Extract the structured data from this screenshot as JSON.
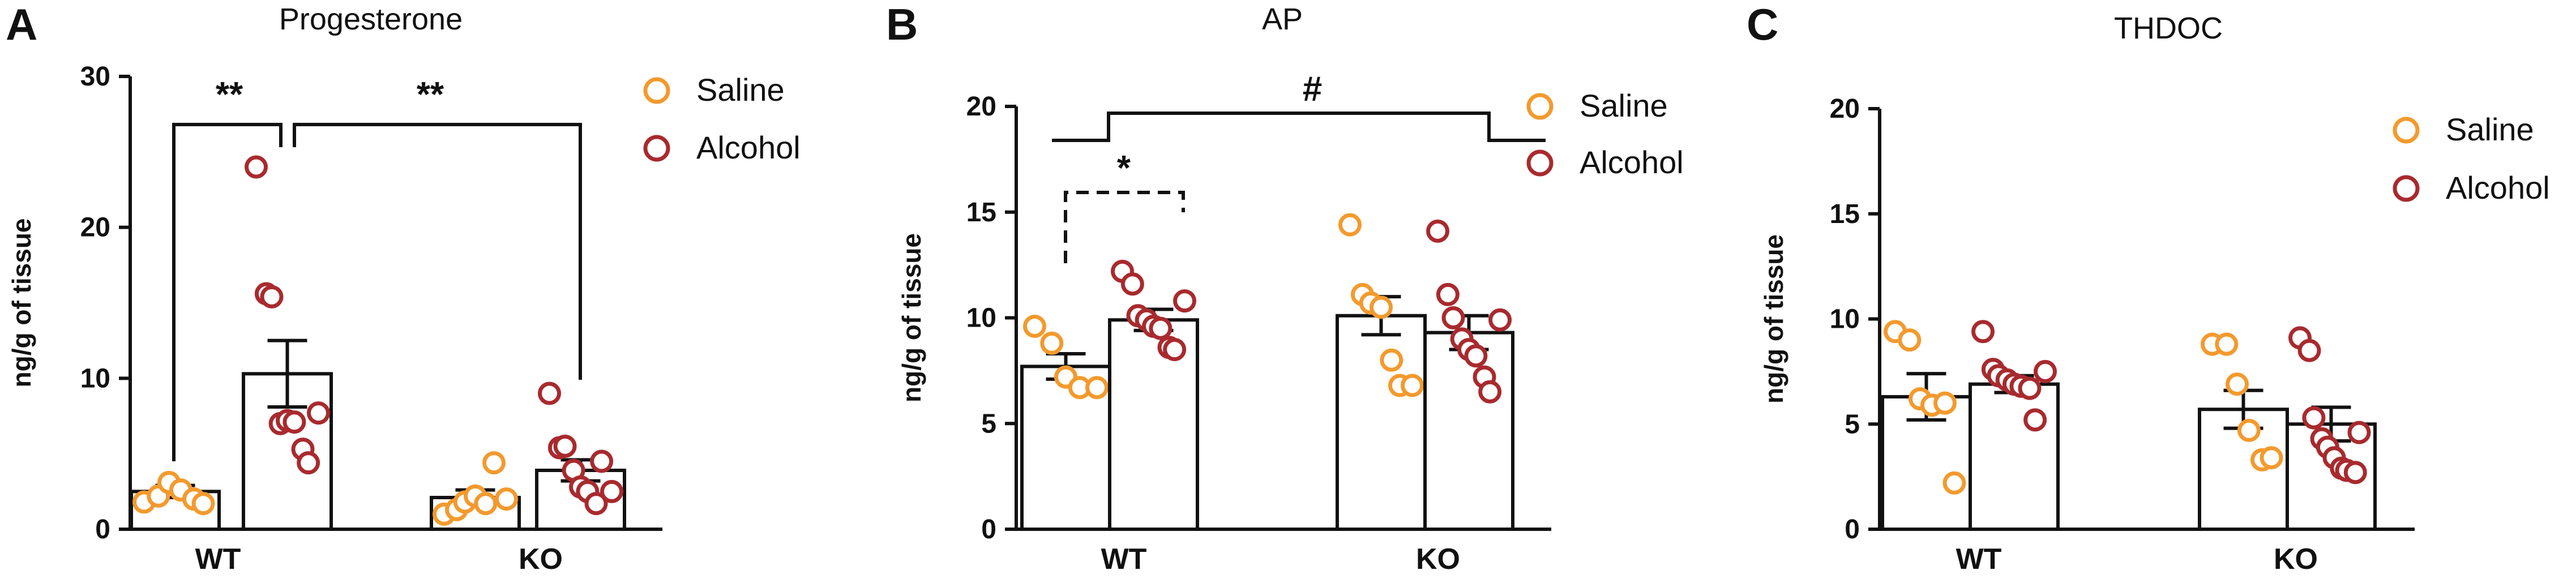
{
  "chart_data": [
    {
      "panel_letter": "A",
      "title": "Progesterone",
      "type": "bar",
      "ylabel": "ng/g of tissue",
      "ylim": [
        0,
        30
      ],
      "yticks": [
        0,
        10,
        20,
        30
      ],
      "categories": [
        "WT",
        "KO"
      ],
      "legend": {
        "position": "top-right",
        "entries": [
          "Saline",
          "Alcohol"
        ]
      },
      "series": [
        {
          "name": "Saline",
          "color": "#F39A2E",
          "means": [
            2.5,
            2.1
          ],
          "sem": [
            0.4,
            0.5
          ],
          "points": [
            [
              1.8,
              2.2,
              3.1,
              2.6,
              2.0,
              1.7
            ],
            [
              1.0,
              1.3,
              1.8,
              2.2,
              1.7,
              4.4,
              2.0
            ]
          ]
        },
        {
          "name": "Alcohol",
          "color": "#A82A2E",
          "means": [
            10.3,
            3.9
          ],
          "sem": [
            2.2,
            0.7
          ],
          "points": [
            [
              24.0,
              15.6,
              15.4,
              7.0,
              7.2,
              7.1,
              5.3,
              4.4,
              7.7
            ],
            [
              9.0,
              5.4,
              5.5,
              3.9,
              2.8,
              2.5,
              1.7,
              4.5,
              2.5
            ]
          ]
        }
      ],
      "annotations": [
        {
          "label": "**",
          "between": "WT Saline vs WT Alcohol"
        },
        {
          "label": "**",
          "between": "WT Alcohol vs KO Alcohol"
        }
      ]
    },
    {
      "panel_letter": "B",
      "title": "AP",
      "type": "bar",
      "ylabel": "ng/g of tissue",
      "ylim": [
        0,
        20
      ],
      "yticks": [
        0,
        5,
        10,
        15,
        20
      ],
      "categories": [
        "WT",
        "KO"
      ],
      "legend": {
        "position": "top-right",
        "entries": [
          "Saline",
          "Alcohol"
        ]
      },
      "series": [
        {
          "name": "Saline",
          "color": "#F39A2E",
          "means": [
            7.7,
            10.1
          ],
          "sem": [
            0.6,
            0.9
          ],
          "points": [
            [
              9.6,
              8.8,
              7.2,
              6.7,
              6.7
            ],
            [
              14.4,
              11.1,
              10.7,
              10.5,
              8.0,
              6.8,
              6.8
            ]
          ]
        },
        {
          "name": "Alcohol",
          "color": "#A82A2E",
          "means": [
            9.9,
            9.3
          ],
          "sem": [
            0.5,
            0.8
          ],
          "points": [
            [
              12.2,
              11.6,
              10.1,
              9.9,
              9.6,
              9.5,
              8.6,
              8.5,
              10.8
            ],
            [
              14.1,
              11.1,
              10.0,
              9.0,
              8.5,
              8.2,
              7.2,
              6.5,
              9.9
            ]
          ]
        }
      ],
      "annotations": [
        {
          "label": "*",
          "between": "WT Saline vs WT Alcohol",
          "style": "dashed"
        },
        {
          "label": "#",
          "between": "WT vs KO"
        }
      ]
    },
    {
      "panel_letter": "C",
      "title": "THDOC",
      "type": "bar",
      "ylabel": "ng/g of tissue",
      "ylim": [
        0,
        20
      ],
      "yticks": [
        0,
        5,
        10,
        15,
        20
      ],
      "categories": [
        "WT",
        "KO"
      ],
      "legend": {
        "position": "top-right",
        "entries": [
          "Saline",
          "Alcohol"
        ]
      },
      "series": [
        {
          "name": "Saline",
          "color": "#F39A2E",
          "means": [
            6.3,
            5.7
          ],
          "sem": [
            1.1,
            0.9
          ],
          "points": [
            [
              9.4,
              9.0,
              6.2,
              5.9,
              6.0,
              2.2
            ],
            [
              8.8,
              8.8,
              6.9,
              4.7,
              3.3,
              3.4
            ]
          ]
        },
        {
          "name": "Alcohol",
          "color": "#A82A2E",
          "means": [
            6.9,
            5.0
          ],
          "sem": [
            0.4,
            0.8
          ],
          "points": [
            [
              9.4,
              7.6,
              7.3,
              7.1,
              6.9,
              6.8,
              6.7,
              5.2,
              7.5
            ],
            [
              9.1,
              8.5,
              5.3,
              4.3,
              3.9,
              3.4,
              2.9,
              2.8,
              2.7,
              4.6
            ]
          ]
        }
      ],
      "annotations": []
    }
  ]
}
